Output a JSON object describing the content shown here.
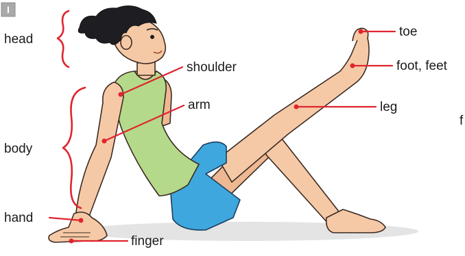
{
  "page_badge": "I",
  "labels": {
    "head": "head",
    "body": "body",
    "hand": "hand",
    "finger": "finger",
    "shoulder": "shoulder",
    "arm": "arm",
    "leg": "leg",
    "toe": "toe",
    "foot_feet": "foot, feet",
    "cut_off": "f"
  },
  "colors": {
    "leader": "#e0242f",
    "vest": "#b5d98a",
    "shorts": "#3ea7dd",
    "skin": "#f6c9a6",
    "hair": "#1e1e22"
  }
}
